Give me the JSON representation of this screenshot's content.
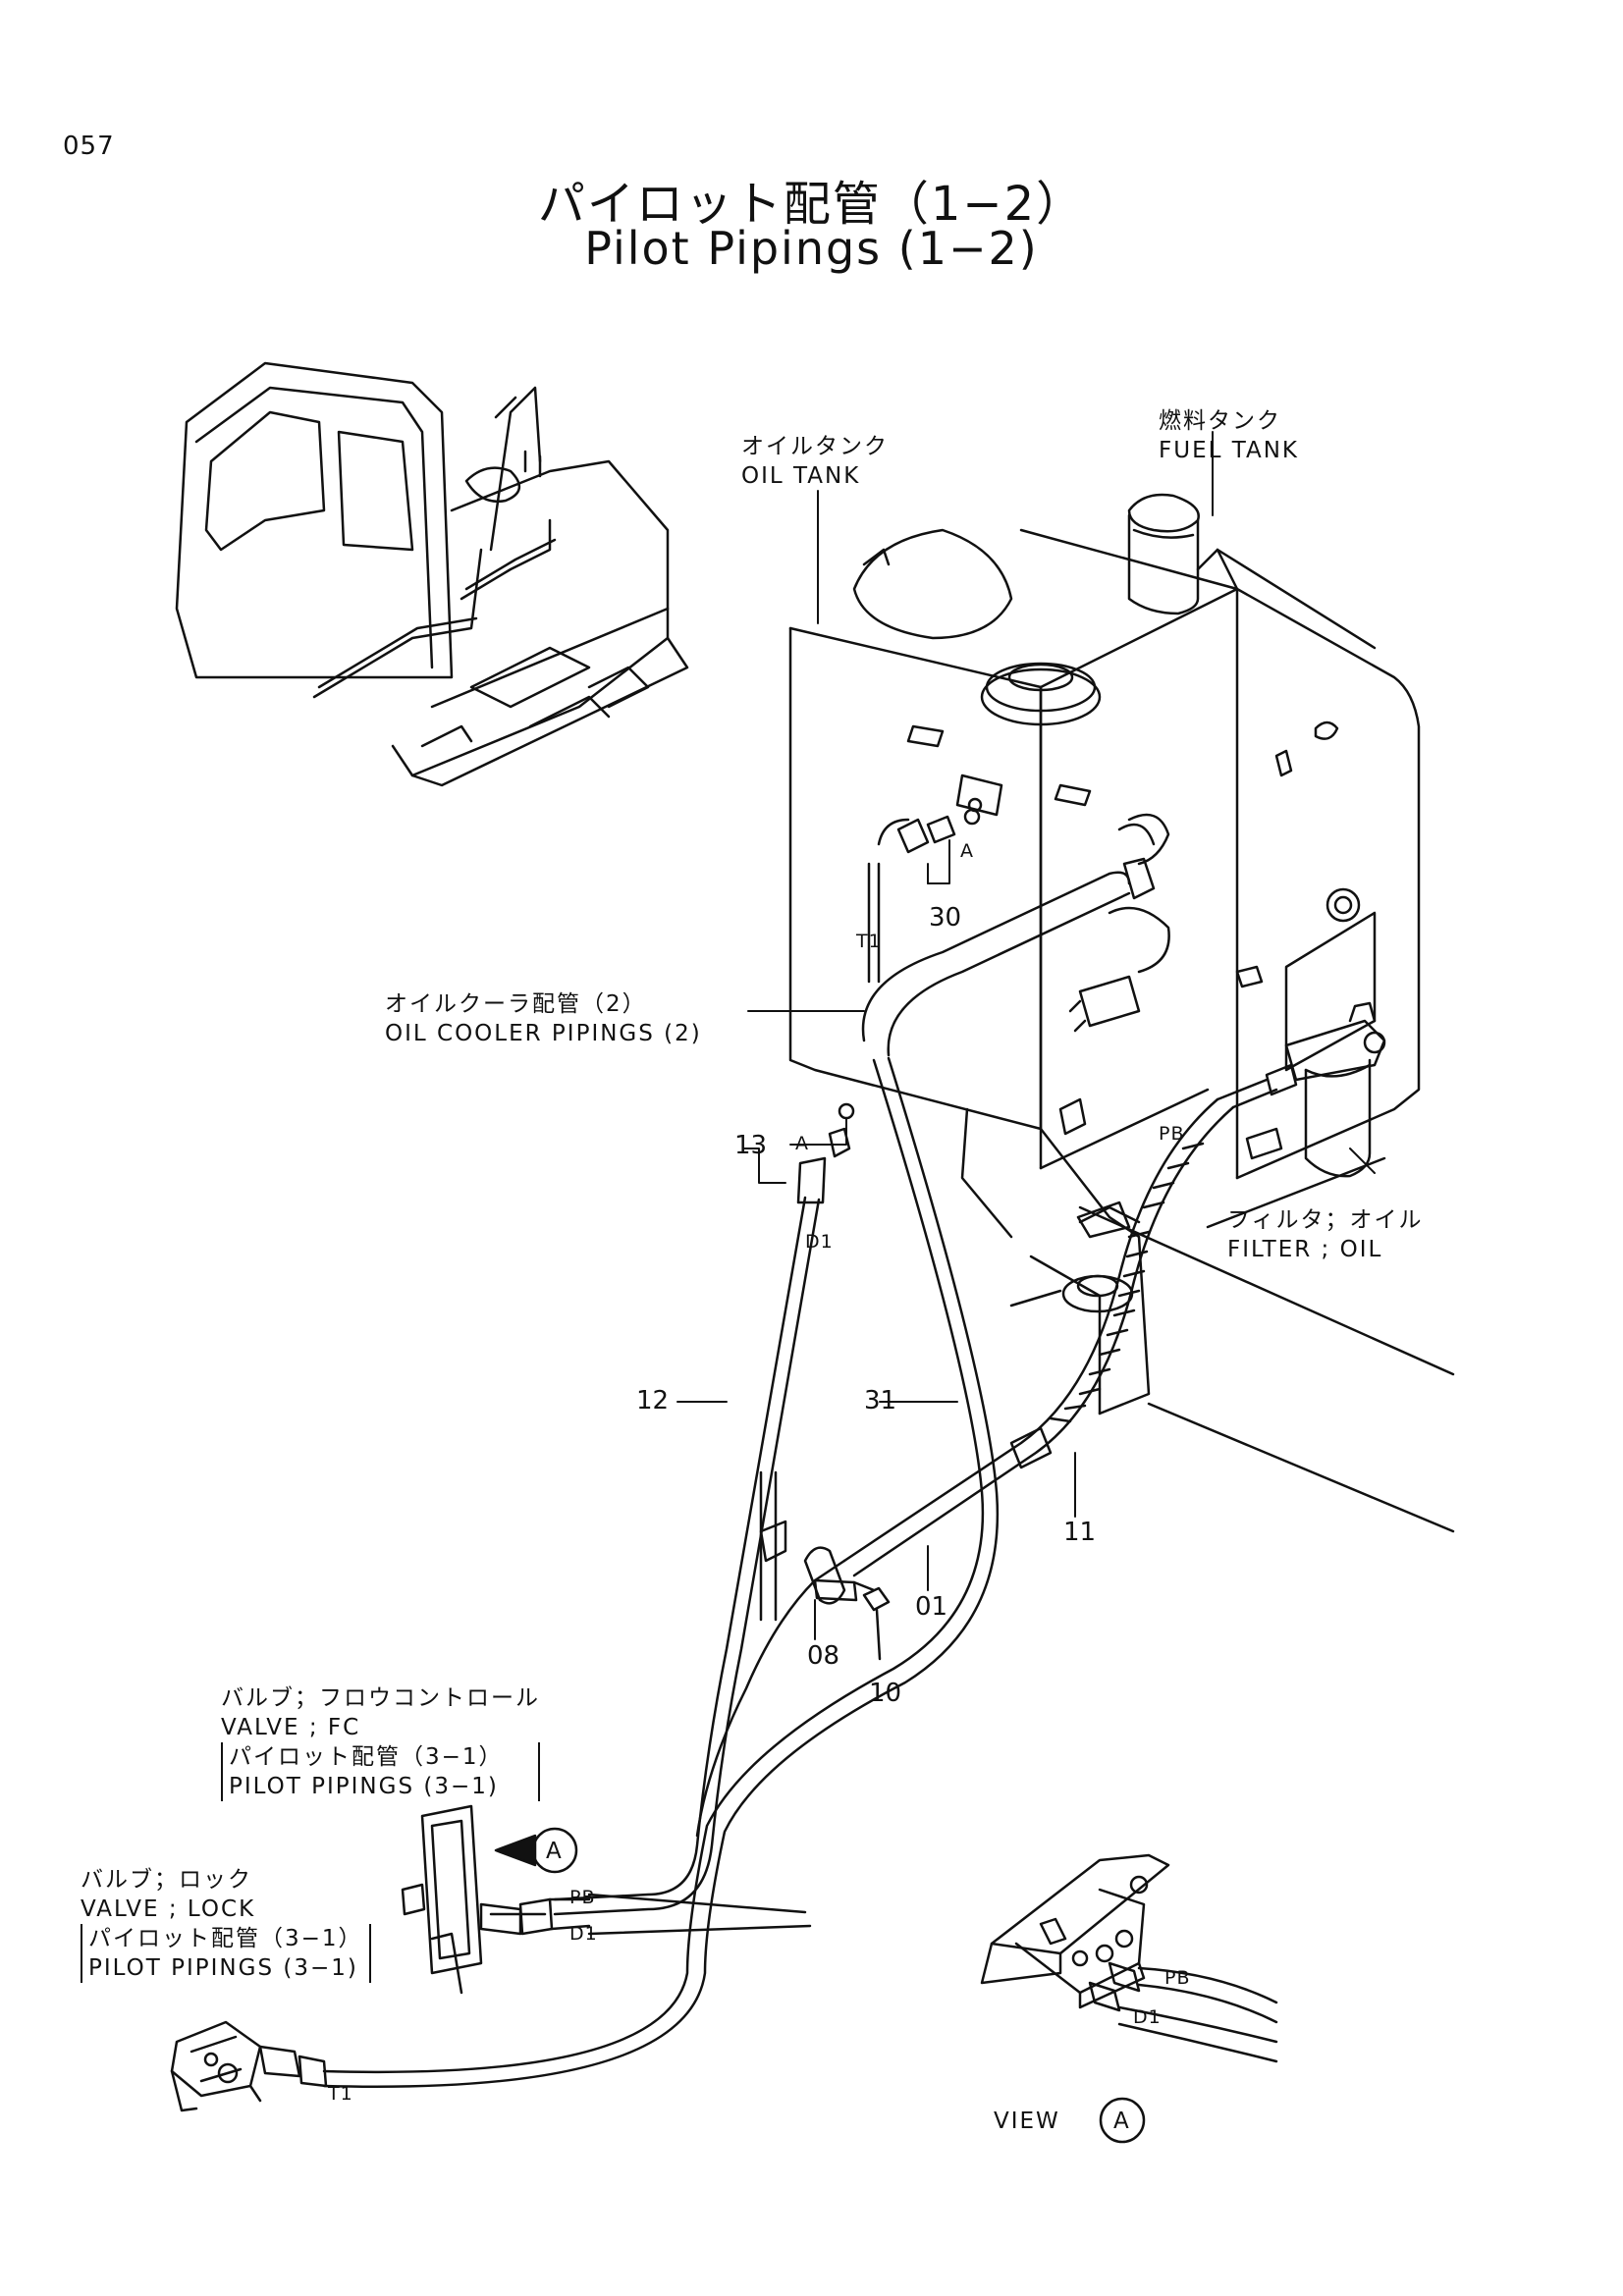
{
  "page_number": "057",
  "title": {
    "ja": "パイロット配管（1−2）",
    "en": "Pilot Pipings (1−2)"
  },
  "labels": {
    "oil_tank": {
      "ja": "オイルタンク",
      "en": "OIL TANK"
    },
    "fuel_tank": {
      "ja": "燃料タンク",
      "en": "FUEL TANK"
    },
    "oil_cooler_pipings": {
      "ja": "オイルクーラ配管（2）",
      "en": "OIL COOLER PIPINGS (2)"
    },
    "filter_oil": {
      "ja": "フィルタ；オイル",
      "en": "FILTER ; OIL"
    },
    "valve_fc": {
      "ja": "バルブ；フロウコントロール",
      "en": "VALVE ; FC",
      "ref_ja": "パイロット配管（3−1）",
      "ref_en": "PILOT PIPINGS (3−1)"
    },
    "valve_lock": {
      "ja": "バルブ；ロック",
      "en": "VALVE ; LOCK",
      "ref_ja": "パイロット配管（3−1）",
      "ref_en": "PILOT PIPINGS (3−1)"
    },
    "view": "VIEW",
    "view_marker": "A"
  },
  "part_numbers": [
    "30",
    "13",
    "12",
    "31",
    "11",
    "08",
    "10",
    "01"
  ],
  "port_labels": {
    "a_upper": "A",
    "a_lower": "A",
    "t1_upper": "T1",
    "d1_upper": "D1",
    "pb_upper": "PB",
    "pb_valve": "PB",
    "d1_valve": "D1",
    "t1_lower": "T1",
    "pb_view": "PB",
    "d1_view": "D1"
  },
  "callout_marker": "A"
}
